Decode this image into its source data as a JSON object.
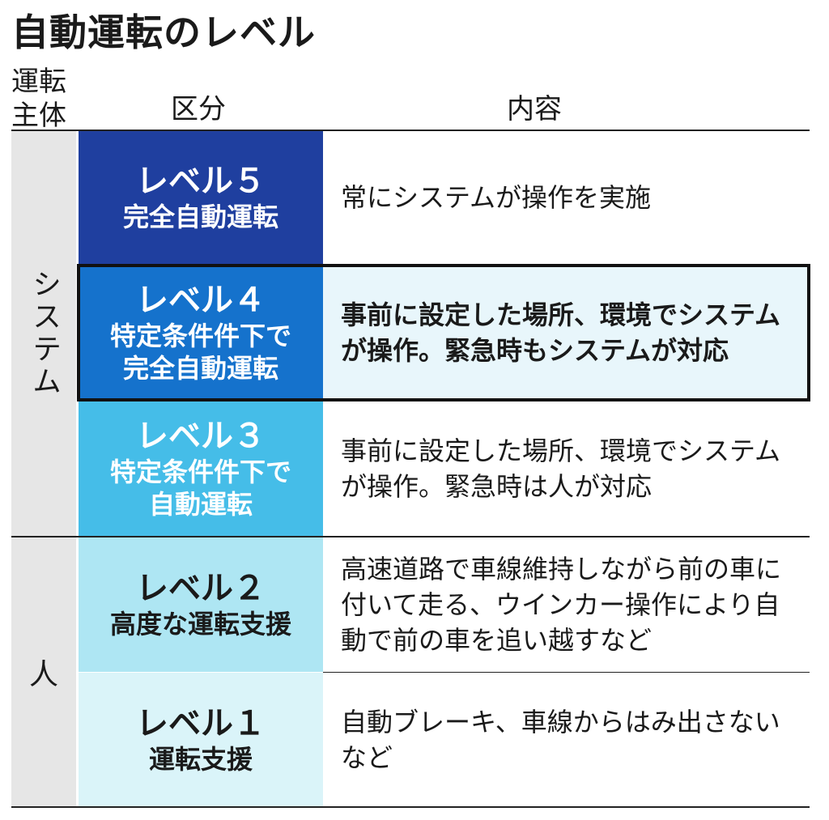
{
  "title": "自動運転のレベル",
  "headers": {
    "subject": [
      "運転",
      "主体"
    ],
    "category": "区分",
    "content": "内容"
  },
  "subjects": {
    "system": "システム",
    "human": "人"
  },
  "levels": [
    {
      "level": "レベル５",
      "desc": [
        "完全自動運転"
      ],
      "content": "常にシステムが操作を実施",
      "bg": "#1f3f9f",
      "text": "#ffffff",
      "content_bg": "#ffffff"
    },
    {
      "level": "レベル４",
      "desc": [
        "特定条件件下で",
        "完全自動運転"
      ],
      "content": "事前に設定した場所、環境でシステムが操作。緊急時もシステムが対応",
      "bg": "#1572cc",
      "text": "#ffffff",
      "content_bg": "#e8f6fb"
    },
    {
      "level": "レベル３",
      "desc": [
        "特定条件件下で",
        "自動運転"
      ],
      "content": "事前に設定した場所、環境でシステムが操作。緊急時は人が対応",
      "bg": "#45bde8",
      "text": "#ffffff",
      "content_bg": "#ffffff"
    },
    {
      "level": "レベル２",
      "desc": [
        "高度な運転支援"
      ],
      "content": "高速道路で車線維持しながら前の車に付いて走る、ウインカー操作により自動で前の車を追い越すなど",
      "bg": "#aee6f3",
      "text": "#1a1a1a",
      "content_bg": "#ffffff"
    },
    {
      "level": "レベル１",
      "desc": [
        "運転支援"
      ],
      "content": "自動ブレーキ、車線からはみ出さないなど",
      "bg": "#daf4f9",
      "text": "#1a1a1a",
      "content_bg": "#ffffff"
    }
  ]
}
